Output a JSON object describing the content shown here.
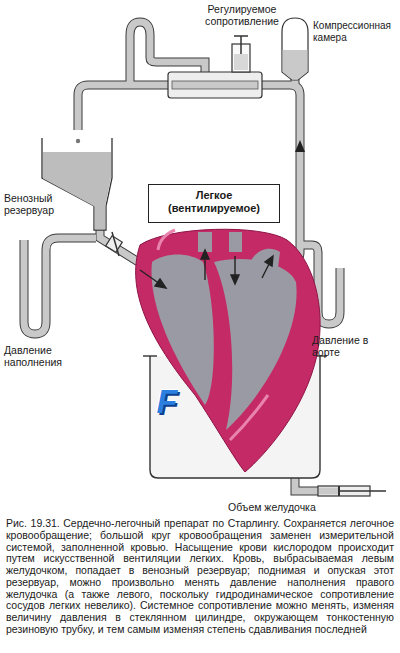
{
  "diagram": {
    "caption": "Рис. 19.31. Сердечно-легочный препарат по Старлингу. Сохраняется легочное кровообращение; большой круг кровообращения заменен измерительной системой, заполненной кровью. Насыщение крови кислородом происходит путем искусственной вентиляции легких. Кровь, выбрасываемая левым желудочком, попадает в венозный резервуар; поднимая и опуская этот резервуар, можно произвольно менять давление наполнения правого желудочка (а также левого, поскольку гидродинамическое сопротивление сосудов легких невелико). Системное сопротивление можно менять, изменяя величину давления в стеклянном цилиндре, окружающем тонкостенную резиновую трубку, и тем самым изменяя степень сдавливания последней",
    "nodes": [
      {
        "text": [
          "Легкое (вентилируемое)"
        ]
      }
    ],
    "labels": [
      "Регулируемое сопротивление",
      "Компрессионная камера",
      "Венозный резервуар",
      "Давление в аорте",
      "Давление наполнения",
      "F",
      "Объем желудочка"
    ]
  }
}
